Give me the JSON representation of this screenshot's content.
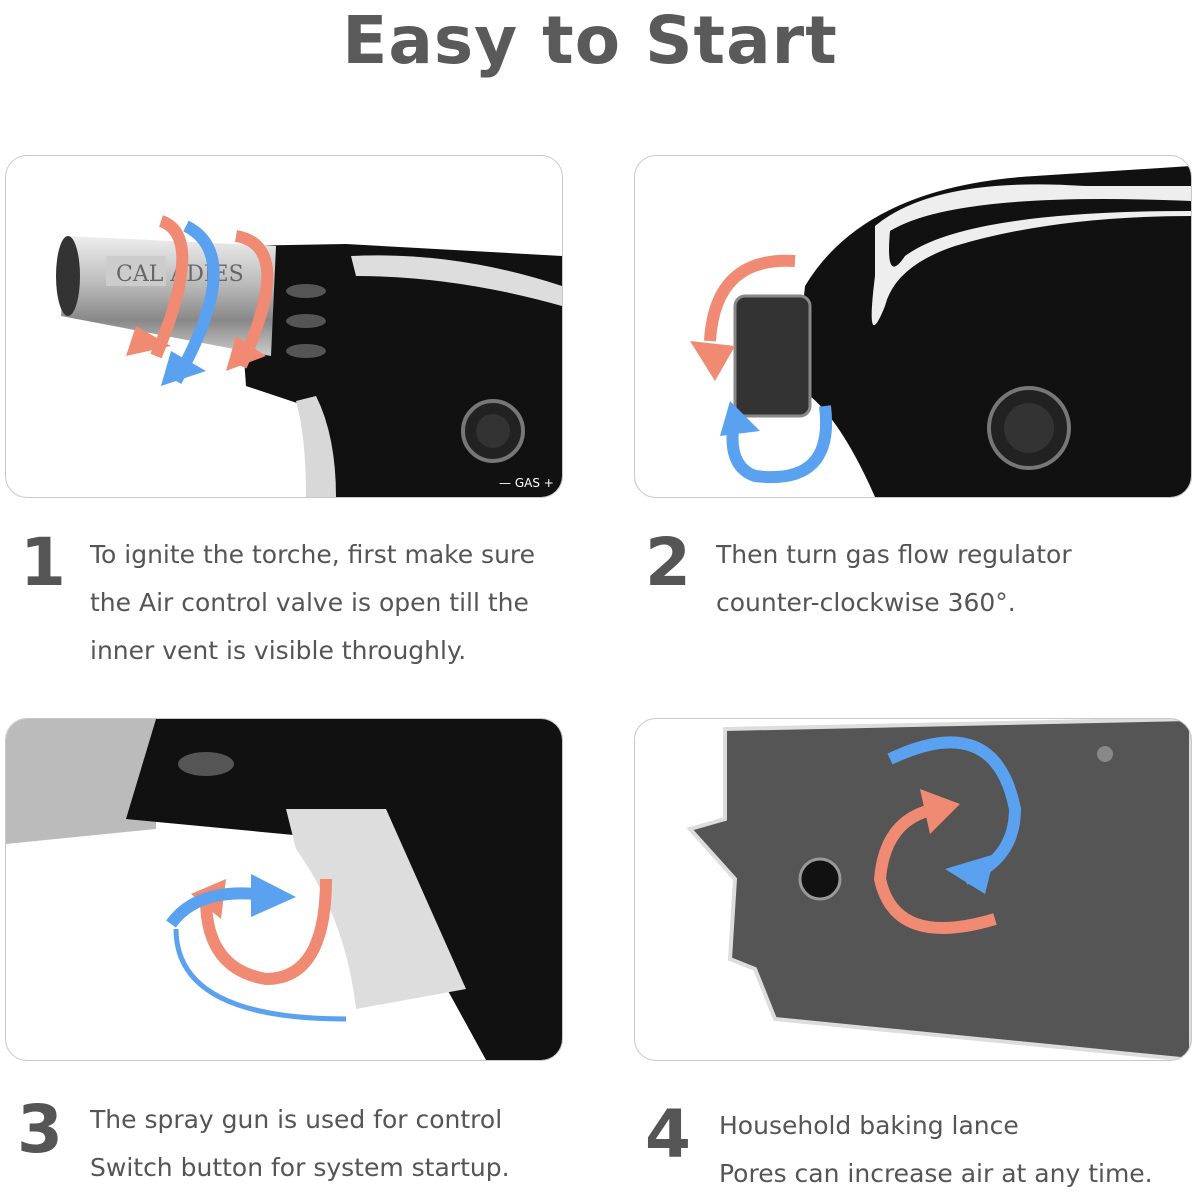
{
  "title": "Easy to Start",
  "steps": [
    {
      "number": "1",
      "lines": [
        "To ignite the torche, first make sure",
        "the Air control valve is open till the",
        "inner vent is visible throughly."
      ],
      "gas_label": "— GAS +",
      "engraving": "CAL ADIES"
    },
    {
      "number": "2",
      "lines": [
        "Then turn gas flow regulator",
        "counter-clockwise 360°."
      ]
    },
    {
      "number": "3",
      "lines": [
        "The spray gun is used for control",
        "Switch button for system startup."
      ]
    },
    {
      "number": "4",
      "lines": [
        "Household baking lance",
        "Pores can increase air at any time."
      ]
    }
  ],
  "colors": {
    "arrow_red": "#f08a72",
    "arrow_blue": "#5aa2f0",
    "text": "#555555",
    "border": "#c8c8c8"
  }
}
